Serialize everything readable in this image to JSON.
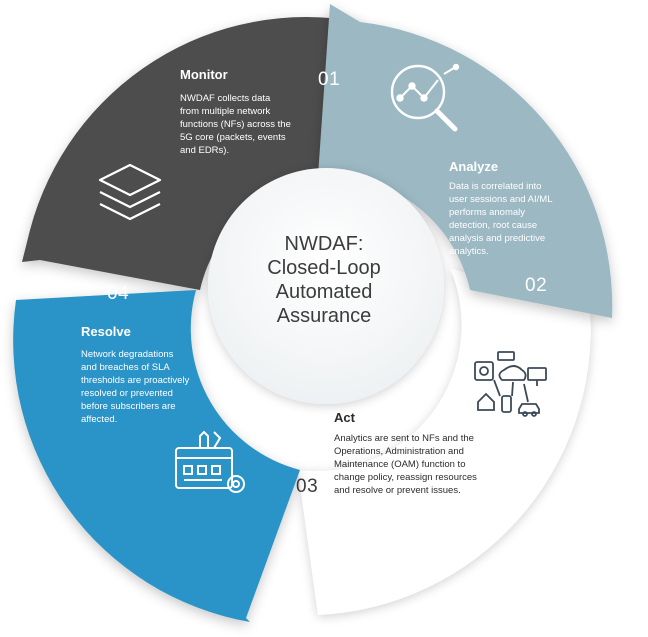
{
  "center": {
    "lines": [
      "NWDAF:",
      "Closed-Loop",
      "Automated",
      "Assurance"
    ]
  },
  "steps": [
    {
      "number": "01",
      "title": "Monitor",
      "text": [
        "NWDAF collects data",
        "from multiple network",
        "functions (NFs) across the",
        "5G core (packets, events",
        "and EDRs)."
      ],
      "icon": "layers-stack-icon",
      "color": "#4d4d4d"
    },
    {
      "number": "02",
      "title": "Analyze",
      "text": [
        "Data is correlated into",
        "user sessions and AI/ML",
        "performs anomaly",
        "detection, root cause",
        "analysis and predictive",
        "analytics."
      ],
      "icon": "magnifier-chart-icon",
      "color": "#9bb8c3"
    },
    {
      "number": "03",
      "title": "Act",
      "text": [
        "Analytics are sent to NFs and the",
        "Operations, Administration and",
        "Maintenance (OAM) function to",
        "change policy, reassign resources",
        "and resolve or prevent issues."
      ],
      "icon": "connected-devices-icon",
      "color": "#ffffff"
    },
    {
      "number": "04",
      "title": "Resolve",
      "text": [
        "Network degradations",
        "and breaches of SLA",
        "thresholds are proactively",
        "resolved or prevented",
        "before subscribers are",
        "affected."
      ],
      "icon": "tools-dashboard-icon",
      "color": "#2a93c8"
    }
  ]
}
